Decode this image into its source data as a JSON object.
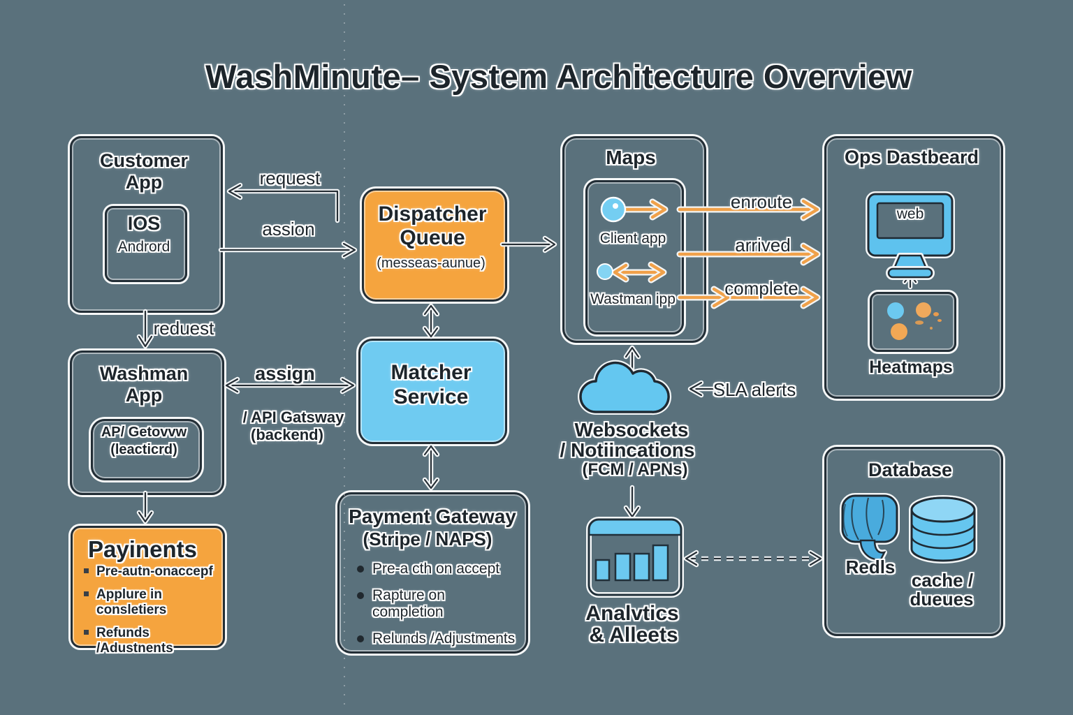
{
  "title": "WashMinute– System Architecture Overview",
  "colors": {
    "background": "#5a717c",
    "box_orange": "#f5a43e",
    "box_blue": "#6fcbf1",
    "icon_blue": "#62c4ee",
    "arrow_orange": "#f0a14a",
    "ink": "#1d252b"
  },
  "icons": {
    "monitor": "monitor-icon",
    "cloud": "cloud-icon",
    "postgres": "postgres-elephant-icon",
    "cylinder": "database-cylinder-icon",
    "bar_chart": "bar-chart-icon",
    "heatmap": "heatmap-dots-icon",
    "client_pin": "location-dot-icon",
    "washman_pin": "location-dot-icon"
  },
  "nodes": {
    "customer_app": {
      "title": "Customer App",
      "inner_line1": "IOS",
      "inner_line2": "Andrord"
    },
    "dispatcher_queue": {
      "title": "Dispatcher Queue",
      "subtitle": "(messeas-aunue)"
    },
    "maps": {
      "title": "Maps",
      "client_label": "Client app",
      "washman_label": "Wastman ipp"
    },
    "ops_dashboard": {
      "title": "Ops Dastbeard",
      "monitor_label": "web",
      "heatmaps_label": "Heatmaps"
    },
    "washman_app": {
      "title": "Washman App",
      "inner_line1": "AP/ Getovvw",
      "inner_line2": "(leacticrd)"
    },
    "matcher_service": {
      "title": "Matcher Service"
    },
    "payments": {
      "title": "Payinents",
      "items": [
        "Pre-autn-onaccepf",
        "Applure in consletiers",
        "Refunds /Adustnents"
      ]
    },
    "payment_gateway": {
      "title": "Payment Gateway",
      "subtitle": "(Stripe / NAPS)",
      "items": [
        "Pre-a cth on accept",
        "Rapture on completion",
        "Relunds /Adjustments"
      ]
    },
    "websockets": {
      "line1": "Websockets",
      "line2": "/ Notiincations",
      "line3": "(FCM / APNs)"
    },
    "analytics": {
      "line1": "Analvtics",
      "line2": "& Alleets"
    },
    "database": {
      "title": "Database",
      "postgres_label": "Redls",
      "cylinder_label_line1": "cache /",
      "cylinder_label_line2": "dueues"
    }
  },
  "edges": {
    "request": "request",
    "assign_top": "assion",
    "request_down": "reduest",
    "assign_mid": "assign",
    "api_gateway_line1": "/ API Gatsway",
    "api_gateway_line2": "(backend)",
    "enroute": "enroute",
    "arrived": "arrived",
    "complete": "complete",
    "sla_alerts": "SLA alerts"
  }
}
